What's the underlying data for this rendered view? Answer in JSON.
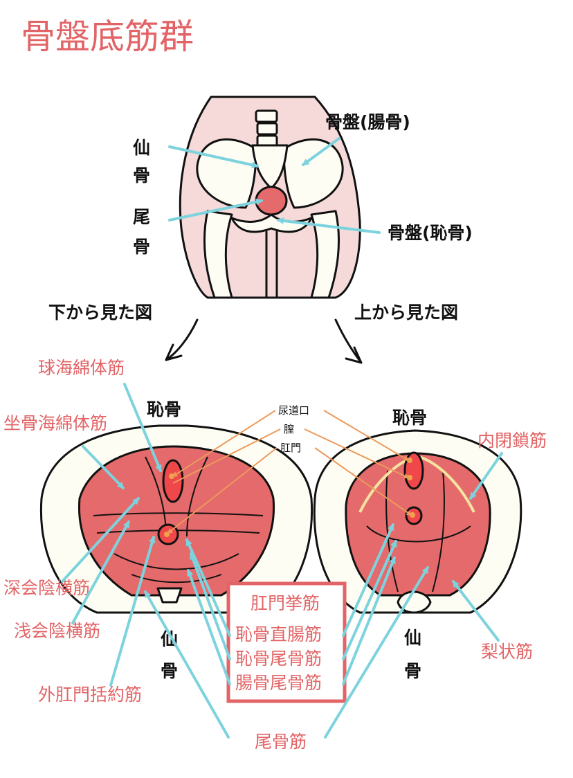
{
  "title": "骨盤底筋群",
  "top_figure": {
    "ilium": "骨盤(腸骨)",
    "sacrum": [
      "仙",
      "骨"
    ],
    "coccyx": [
      "尾",
      "骨"
    ],
    "pubis": "骨盤(恥骨)"
  },
  "view_bottom": "下から見た図",
  "view_top": "上から見た図",
  "left_figure": {
    "pubis": "恥骨",
    "sacrum": [
      "仙",
      "骨"
    ]
  },
  "right_figure": {
    "pubis": "恥骨",
    "sacrum": [
      "仙",
      "骨"
    ]
  },
  "openings": [
    "尿道口",
    "膣",
    "肛門"
  ],
  "muscles": {
    "bulbospongiosus": "球海綿体筋",
    "ischiocavernosus": "坐骨海綿体筋",
    "deep_transverse": "深会陰横筋",
    "superficial_transverse": "浅会陰横筋",
    "external_sphincter": "外肛門括約筋",
    "obturator_internus": "内閉鎖筋",
    "piriformis": "梨状筋",
    "coccygeus": "尾骨筋"
  },
  "levator_box": {
    "title": "肛門挙筋",
    "items": [
      "恥骨直腸筋",
      "恥骨尾骨筋",
      "腸骨尾骨筋"
    ]
  },
  "colors": {
    "title": "#e26466",
    "leader_line": "#7dd3dd",
    "opening_line": "#ec9a5c",
    "muscle": "#e46a6c",
    "skin": "#f6dada",
    "bone": "#fdfdf4"
  }
}
